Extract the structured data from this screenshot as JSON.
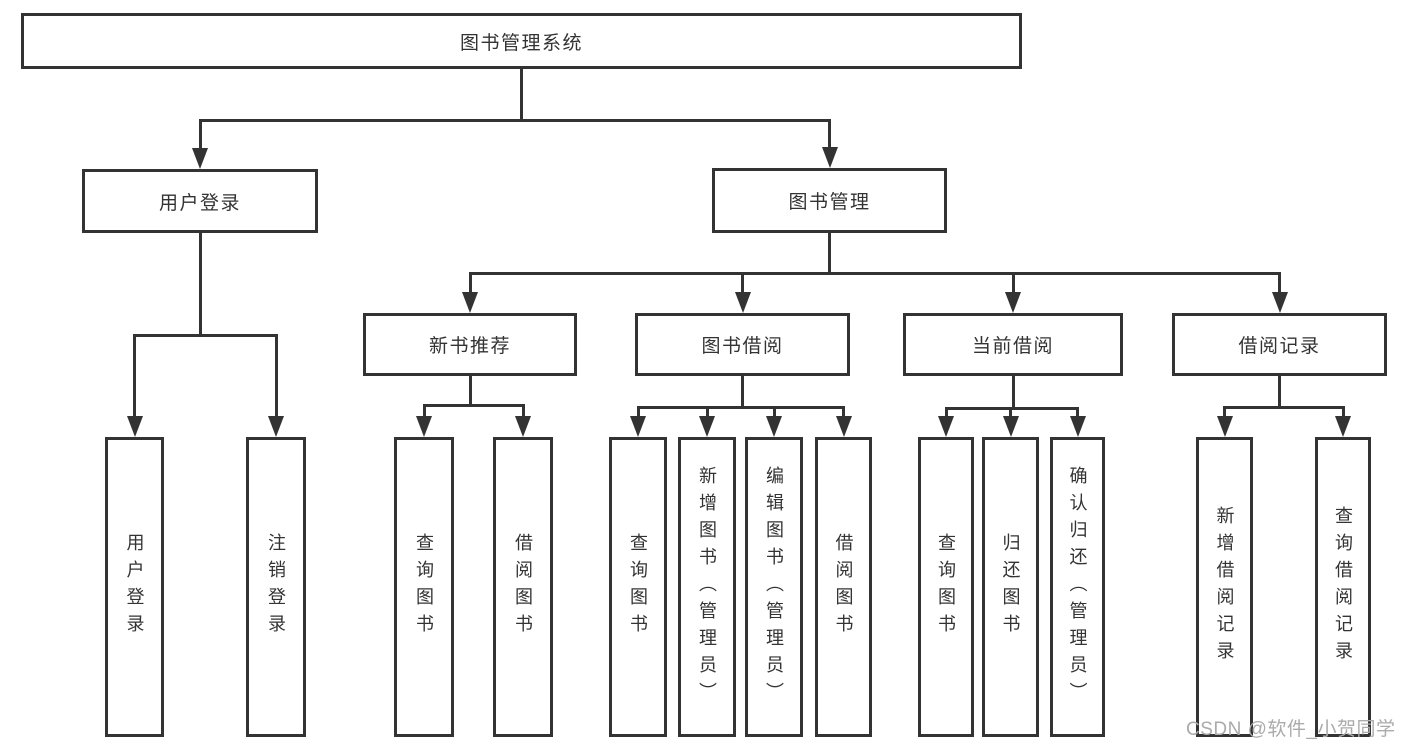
{
  "diagram": {
    "title": "图书管理系统",
    "colors": {
      "line": "#333333",
      "text": "#333333",
      "background": "#ffffff",
      "watermark": "#ababab"
    },
    "nodes": [
      {
        "id": "root",
        "label": "图书管理系统",
        "level": 1,
        "parent": null,
        "vertical": false
      },
      {
        "id": "user-login",
        "label": "用户登录",
        "level": 2,
        "parent": "root",
        "vertical": false
      },
      {
        "id": "book-mgmt",
        "label": "图书管理",
        "level": 2,
        "parent": "root",
        "vertical": false
      },
      {
        "id": "new-book-rec",
        "label": "新书推荐",
        "level": 3,
        "parent": "book-mgmt",
        "vertical": false
      },
      {
        "id": "book-borrow",
        "label": "图书借阅",
        "level": 3,
        "parent": "book-mgmt",
        "vertical": false
      },
      {
        "id": "current-borrow",
        "label": "当前借阅",
        "level": 3,
        "parent": "book-mgmt",
        "vertical": false
      },
      {
        "id": "borrow-record",
        "label": "借阅记录",
        "level": 3,
        "parent": "book-mgmt",
        "vertical": false
      },
      {
        "id": "v-user-login",
        "label": "用户登录",
        "level": 4,
        "parent": "user-login",
        "vertical": true
      },
      {
        "id": "v-logout",
        "label": "注销登录",
        "level": 4,
        "parent": "user-login",
        "vertical": true
      },
      {
        "id": "v-query-book-1",
        "label": "查询图书",
        "level": 4,
        "parent": "new-book-rec",
        "vertical": true
      },
      {
        "id": "v-borrow-book-1",
        "label": "借阅图书",
        "level": 4,
        "parent": "new-book-rec",
        "vertical": true
      },
      {
        "id": "v-query-book-2",
        "label": "查询图书",
        "level": 4,
        "parent": "book-borrow",
        "vertical": true
      },
      {
        "id": "v-add-book",
        "label": "新增图书（管理员）",
        "level": 4,
        "parent": "book-borrow",
        "vertical": true
      },
      {
        "id": "v-edit-book",
        "label": "编辑图书（管理员）",
        "level": 4,
        "parent": "book-borrow",
        "vertical": true
      },
      {
        "id": "v-borrow-book-2",
        "label": "借阅图书",
        "level": 4,
        "parent": "book-borrow",
        "vertical": true
      },
      {
        "id": "v-query-book-3",
        "label": "查询图书",
        "level": 4,
        "parent": "current-borrow",
        "vertical": true
      },
      {
        "id": "v-return-book",
        "label": "归还图书",
        "level": 4,
        "parent": "current-borrow",
        "vertical": true
      },
      {
        "id": "v-confirm-return",
        "label": "确认归还（管理员）",
        "level": 4,
        "parent": "current-borrow",
        "vertical": true
      },
      {
        "id": "v-add-borrow-record",
        "label": "新增借阅记录",
        "level": 4,
        "parent": "borrow-record",
        "vertical": true
      },
      {
        "id": "v-query-borrow-record",
        "label": "查询借阅记录",
        "level": 4,
        "parent": "borrow-record",
        "vertical": true
      }
    ]
  },
  "watermark": "CSDN @软件_小贺同学"
}
